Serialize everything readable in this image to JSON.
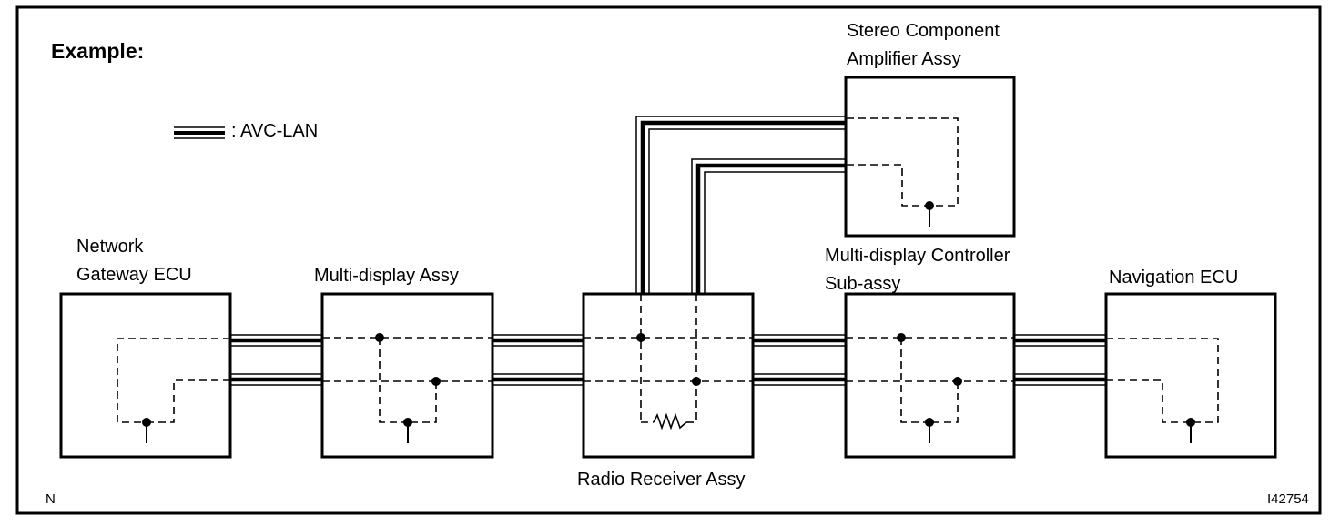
{
  "title": "Example:",
  "legend": {
    "text": ": AVC-LAN"
  },
  "components": {
    "gateway": {
      "line1": "Network",
      "line2": "Gateway ECU"
    },
    "multi_display": {
      "label": "Multi-display Assy"
    },
    "radio": {
      "label": "Radio Receiver Assy"
    },
    "controller": {
      "line1": "Multi-display Controller",
      "line2": "Sub-assy"
    },
    "navigation": {
      "label": "Navigation ECU"
    },
    "amplifier": {
      "line1": "Stereo Component",
      "line2": "Amplifier Assy"
    }
  },
  "corner_mark": "N",
  "figure_id": "I42754"
}
